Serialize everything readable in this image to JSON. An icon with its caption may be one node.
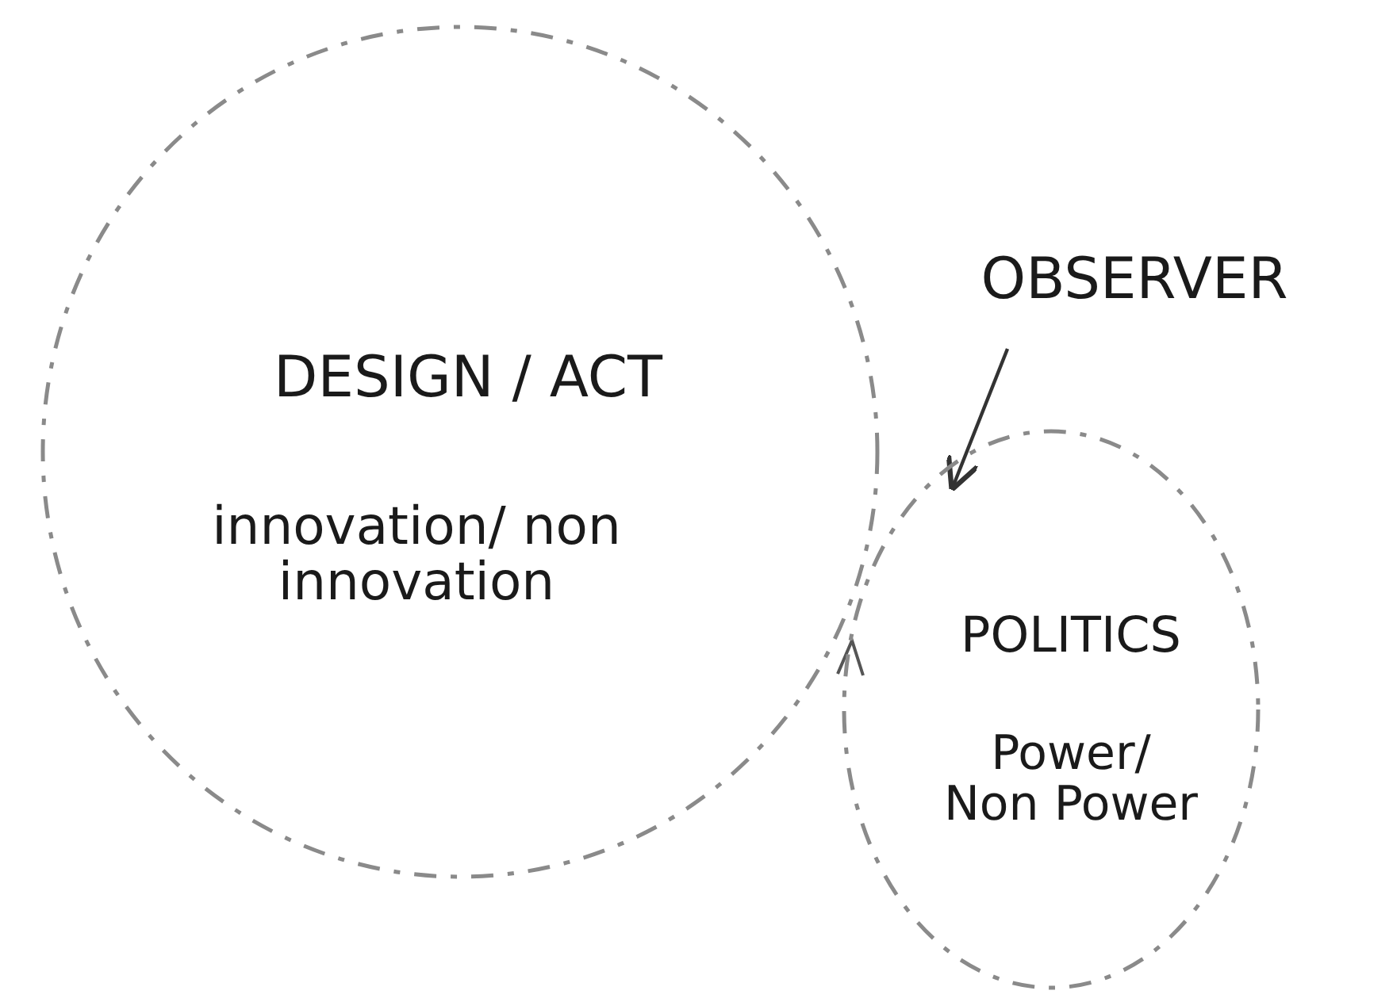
{
  "diagram": {
    "nodes": [
      {
        "text": [
          "DESIGN / ACT",
          "innovation/ non innovation"
        ]
      },
      {
        "text": [
          "POLITICS",
          "Power/ Non Power"
        ]
      },
      {
        "text": [
          "OBSERVER"
        ]
      }
    ],
    "edges": [
      {
        "from": 2,
        "to": 1,
        "arrow": "to"
      }
    ]
  }
}
